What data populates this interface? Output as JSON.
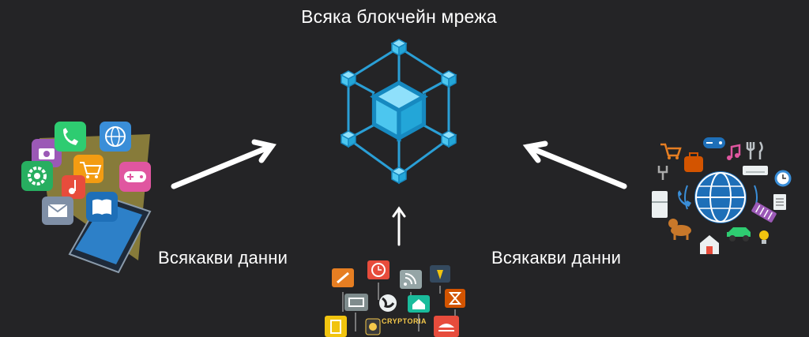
{
  "title": "Всяка блокчейн мрежа",
  "left_label": "Всякакви данни",
  "right_label": "Всякакви данни",
  "brand": "CRYPTORIA",
  "colors": {
    "background": "#242426",
    "cube_fill": "#2fb3e0",
    "cube_stroke": "#1689c0",
    "arrow": "#ffffff"
  },
  "icons": {
    "left_cluster": [
      "phone-icon",
      "camera-icon",
      "globe-icon",
      "settings-icon",
      "shopping-cart-icon",
      "music-icon",
      "gamepad-icon",
      "mail-icon",
      "book-icon",
      "smartphone-icon"
    ],
    "bottom_cluster": [
      "pencil-icon",
      "clock-icon",
      "rss-icon",
      "pin-icon",
      "cd-icon",
      "globe-icon",
      "house-icon",
      "hourglass-icon",
      "trash-icon",
      "bank-icon"
    ],
    "right_cluster": [
      "globe-icon",
      "shopping-cart-icon",
      "gamepad-icon",
      "music-icon",
      "fork-knife-icon",
      "plug-icon",
      "bag-icon",
      "fridge-icon",
      "air-conditioner-icon",
      "clock-icon",
      "phone-icon",
      "dog-icon",
      "house-icon",
      "car-icon",
      "keyboard-icon",
      "document-icon",
      "lightbulb-icon"
    ]
  }
}
